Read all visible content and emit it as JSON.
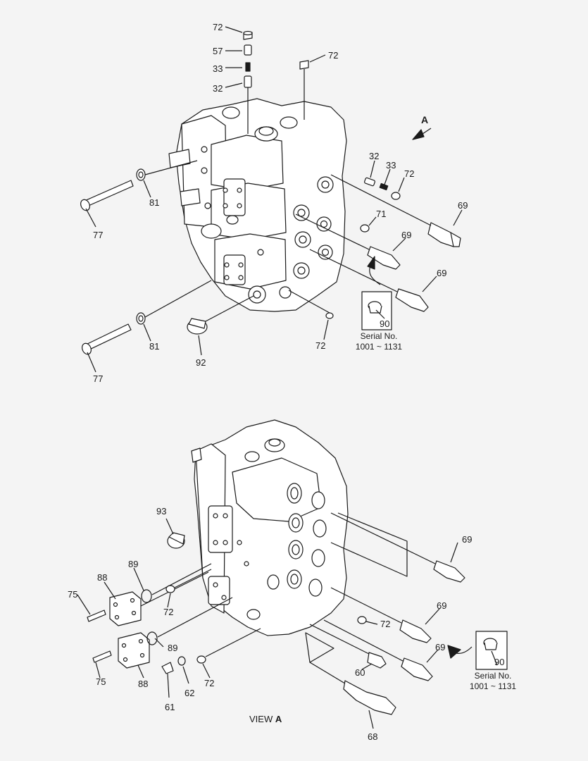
{
  "labels": {
    "top": {
      "l72a": "72",
      "l57": "57",
      "l33a": "33",
      "l32a": "32",
      "l72b": "72",
      "l32b": "32",
      "l33b": "33",
      "l72c": "72",
      "l81a": "81",
      "l77a": "77",
      "l69a": "69",
      "l71": "71",
      "l69b": "69",
      "l69c": "69",
      "l90": "90",
      "l81b": "81",
      "l77b": "77",
      "l92": "92",
      "l72d": "72"
    },
    "bottom": {
      "l93": "93",
      "l69a": "69",
      "l89a": "89",
      "l88a": "88",
      "l75a": "75",
      "l72a": "72",
      "l69b": "69",
      "l72b": "72",
      "l69c": "69",
      "l89b": "89",
      "l90": "90",
      "l75b": "75",
      "l88b": "88",
      "l60": "60",
      "l62": "62",
      "l72c": "72",
      "l61": "61",
      "l68": "68"
    }
  },
  "serial_top": {
    "line1": "Serial No.",
    "line2": "1001 ~ 1131"
  },
  "serial_bottom": {
    "line1": "Serial No.",
    "line2": "1001 ~ 1131"
  },
  "view_arrow_letter": "A",
  "view_title": {
    "prefix": "VIEW ",
    "letter": "A"
  },
  "colors": {
    "line": "#1a1a1a",
    "fill": "#ffffff",
    "background": "#f4f4f4"
  }
}
